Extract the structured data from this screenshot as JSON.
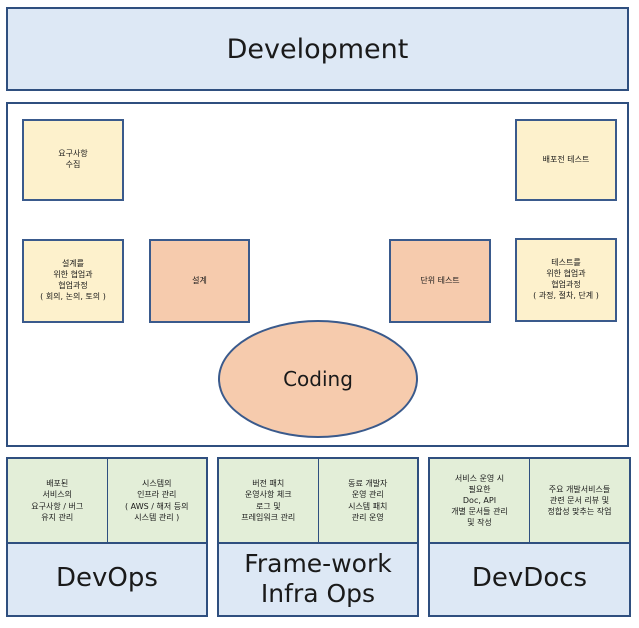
{
  "header": {
    "title": "Development"
  },
  "notes": {
    "requirements": "요구사항\n수집",
    "design_collab": "설계를\n위한 협업과\n협업과정\n( 회의, 논의, 토의 )",
    "design": "설계",
    "unit_test": "단위 테스트",
    "pre_deploy_test": "배포전 테스트",
    "test_collab": "테스트를\n위한 협업과\n협업과정\n( 과정, 절차, 단계 )"
  },
  "center": {
    "label": "Coding"
  },
  "groups": [
    {
      "label": "DevOps",
      "cells": [
        "배포된\n서비스의\n요구사항 / 버그\n유지 관리",
        "시스템의\n인프라 관리\n( AWS / 해저 등의\n시스템 관리 )"
      ]
    },
    {
      "label": "Frame-work\nInfra Ops",
      "cells": [
        "버전 패치\n운영사항 체크\n로그 및\n프레임워크 관리",
        "동료 개발자\n운영 관리\n시스템 패치\n관리 운영"
      ]
    },
    {
      "label": "DevDocs",
      "cells": [
        "서비스 운영 시\n필요한\nDoc, API\n개별 문서들 관리\n및 작성",
        "주요 개발서비스들\n관련 문서 리뷰 및\n정합성 맞추는 작업"
      ]
    }
  ],
  "colors": {
    "border": "#2f4f7f",
    "header_fill": "#dde8f5",
    "note_yellow": "#fdf1cc",
    "note_salmon": "#f6cbad",
    "cell_green": "#e3eed8"
  }
}
